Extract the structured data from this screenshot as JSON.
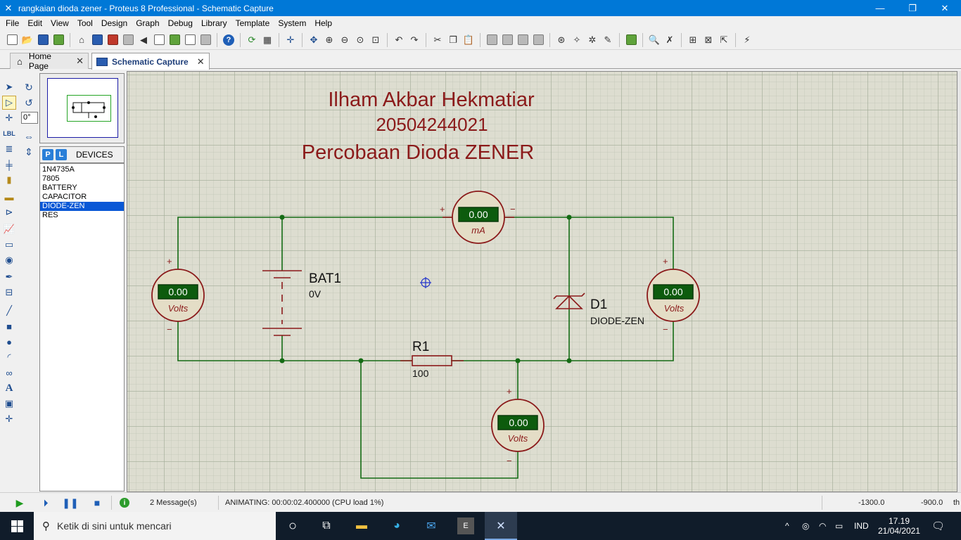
{
  "window": {
    "title": "rangkaian dioda zener - Proteus 8 Professional - Schematic Capture",
    "minimize": "—",
    "restore": "❐",
    "close": "✕"
  },
  "menu": [
    "File",
    "Edit",
    "View",
    "Tool",
    "Design",
    "Graph",
    "Debug",
    "Library",
    "Template",
    "System",
    "Help"
  ],
  "tabs": [
    {
      "label": "Home Page",
      "close": "✕",
      "active": false
    },
    {
      "label": "Schematic Capture",
      "close": "✕",
      "active": true
    }
  ],
  "rotation": {
    "angle": "0°"
  },
  "device_selector": {
    "p_label": "P",
    "l_label": "L",
    "title": "DEVICES",
    "items": [
      "1N4735A",
      "7805",
      "BATTERY",
      "CAPACITOR",
      "DIODE-ZEN",
      "RES"
    ],
    "selected": "DIODE-ZEN"
  },
  "schematic": {
    "header_name": "Ilham Akbar Hekmatiar",
    "header_id": "20504244021",
    "header_title": "Percobaan Dioda ZENER",
    "battery": {
      "ref": "BAT1",
      "value": "0V"
    },
    "diode": {
      "ref": "D1",
      "value": "DIODE-ZEN"
    },
    "resistor": {
      "ref": "R1",
      "value": "100"
    },
    "meters": {
      "ammeter": {
        "reading": "0.00",
        "unit": "mA"
      },
      "volt_left": {
        "reading": "0.00",
        "unit": "Volts"
      },
      "volt_right": {
        "reading": "0.00",
        "unit": "Volts"
      },
      "volt_bottom": {
        "reading": "0.00",
        "unit": "Volts"
      }
    },
    "plus": "+",
    "minus": "−"
  },
  "status": {
    "messages": "2 Message(s)",
    "animation": "ANIMATING: 00:00:02.400000 (CPU load 1%)",
    "coord_x": "-1300.0",
    "coord_y": "-900.0",
    "unit": "th"
  },
  "taskbar": {
    "search_placeholder": "Ketik di sini untuk mencari",
    "language": "IND",
    "time": "17.19",
    "date": "21/04/2021"
  },
  "colors": {
    "titlebar": "#0078d7",
    "wire": "#146b14",
    "component": "#8b1a1a",
    "canvas": "#ddddd0",
    "lcd": "#0d5b0d"
  }
}
